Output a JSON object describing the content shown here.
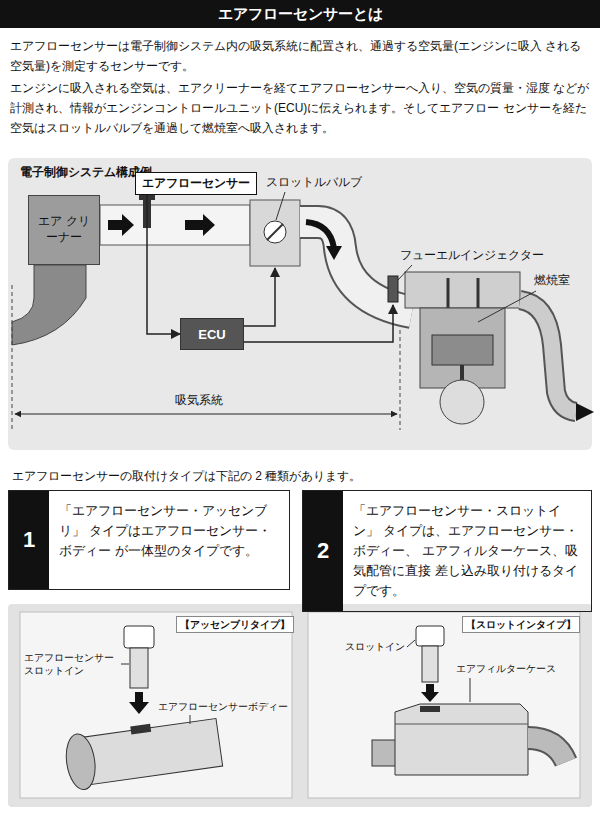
{
  "diagram": {
    "title": "エアフローセンサーとは",
    "nodes": [
      {
        "text": [
          "電子制御システム構成例"
        ]
      },
      {
        "text": [
          "エア クリーナー"
        ],
        "in": 0
      },
      {
        "text": [
          "エアフローセンサー"
        ],
        "in": 0
      },
      {
        "text": [
          "ECU"
        ],
        "in": 0
      },
      {
        "text": [
          "「エアフローセンサー・アッセンブリ」 タイプはエアフローセンサー・ボディー が一体型のタイプです。"
        ]
      },
      {
        "text": [
          "1"
        ],
        "in": 4
      },
      {
        "text": [
          "「エアフローセンサー・スロットイン」 タイプは、エアフローセンサー・ボディー、 エアフィルターケース、吸気配管に直接 差し込み取り付けるタイプです。"
        ]
      },
      {
        "text": [
          "2"
        ],
        "in": 6
      }
    ],
    "edges": [
      {
        "from": 2,
        "to": 3,
        "arrow": "to"
      }
    ],
    "labels": [
      "エアフローセンサーは電子制御システム内の吸気系統に配置され、通過する空気量(エンジンに吸入 される空気量)を測定するセンサーです。",
      "エンジンに吸入される空気は、エアクリーナーを経てエアフローセンサーへ入り、空気の質量・湿度 などが計測され、情報がエンジンコントロールユニット(ECU)に伝えられます。そしてエアフロー センサーを経た空気はスロットルバルブを通過して燃焼室へ吸入されます。",
      "スロットルバルブ",
      "フューエルインジェクター",
      "燃焼室",
      "吸気系統",
      "エアフローセンサーの取付けタイプは下記の 2 種類があります。",
      "【アッセンブリタイプ】",
      "エアフローセンサー スロットイン",
      "エアフローセンサーボディー",
      "【スロットインタイプ】",
      "スロットイン",
      "エアフィルターケース"
    ]
  }
}
